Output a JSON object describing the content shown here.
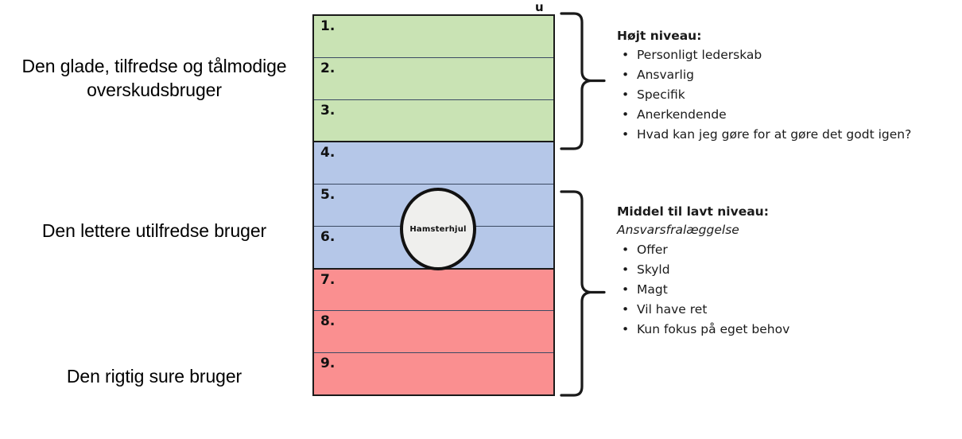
{
  "left_labels": [
    {
      "id": "happy",
      "text": "Den glade, tilfredse og tålmodige overskudsbruger"
    },
    {
      "id": "mild",
      "text": "Den lettere utilfredse bruger"
    },
    {
      "id": "angry",
      "text": "Den rigtig sure bruger"
    }
  ],
  "ladder": {
    "top_tick_label": "u",
    "rungs": [
      {
        "number": "1.",
        "color_name": "green",
        "color": "#c9e3b4"
      },
      {
        "number": "2.",
        "color_name": "green",
        "color": "#c9e3b4"
      },
      {
        "number": "3.",
        "color_name": "green",
        "color": "#c9e3b4"
      },
      {
        "number": "4.",
        "color_name": "blue",
        "color": "#b5c7e8"
      },
      {
        "number": "5.",
        "color_name": "blue",
        "color": "#b5c7e8"
      },
      {
        "number": "6.",
        "color_name": "blue",
        "color": "#b5c7e8"
      },
      {
        "number": "7.",
        "color_name": "pink",
        "color": "#fa8f90"
      },
      {
        "number": "8.",
        "color_name": "pink",
        "color": "#fa8f90"
      },
      {
        "number": "9.",
        "color_name": "pink",
        "color": "#fa8f90"
      }
    ]
  },
  "hamsterwheel": {
    "label": "Hamsterhjul"
  },
  "panels": [
    {
      "id": "high",
      "title": "Højt niveau:",
      "subtitle": null,
      "bullet": "•",
      "items": [
        "Personligt lederskab",
        "Ansvarlig",
        "Specifik",
        "Anerkendende",
        "Hvad kan jeg gøre for at gøre det godt igen?"
      ]
    },
    {
      "id": "low",
      "title": "Middel til lavt niveau:",
      "subtitle": "Ansvarsfralæggelse",
      "bullet": "•",
      "items": [
        "Offer",
        "Skyld",
        "Magt",
        "Vil have ret",
        "Kun fokus på eget behov"
      ]
    }
  ],
  "colors": {
    "green": "#c9e3b4",
    "blue": "#b5c7e8",
    "pink": "#fa8f90",
    "outline": "#111111",
    "wheel_fill": "#efefed",
    "background": "#ffffff"
  }
}
